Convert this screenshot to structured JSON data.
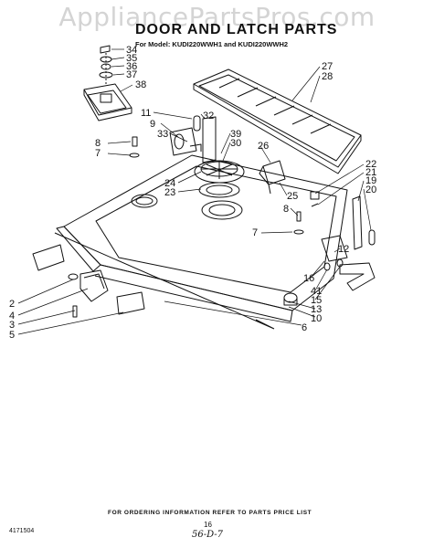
{
  "watermark": "AppliancePartsPros.com",
  "title": "DOOR AND LATCH PARTS",
  "subtitle": "For Model: KUDI220WWH1 and KUDI220WWH2",
  "callouts": [
    "34",
    "35",
    "36",
    "37",
    "38",
    "27",
    "28",
    "11",
    "32",
    "9",
    "39",
    "33",
    "30",
    "26",
    "8",
    "7",
    "24",
    "23",
    "25",
    "22",
    "21",
    "19",
    "20",
    "8",
    "7",
    "12",
    "16",
    "2",
    "4",
    "3",
    "5",
    "41",
    "15",
    "13",
    "10",
    "6"
  ],
  "footer": {
    "ordering": "FOR ORDERING INFORMATION REFER TO PARTS PRICE LIST",
    "page_number": "16",
    "catalog_code": "4171504",
    "handwritten": "56-D-7"
  }
}
